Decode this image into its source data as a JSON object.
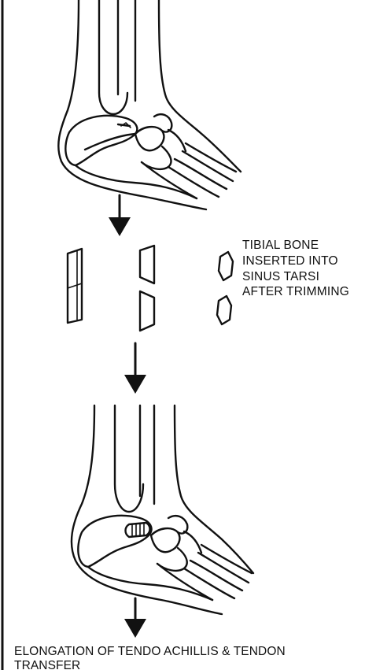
{
  "label_graft": {
    "line1": "TIBIAL BONE",
    "line2": "INSERTED INTO",
    "line3": "SINUS TARSI",
    "line4": "AFTER TRIMMING"
  },
  "caption": {
    "line1": "ELONGATION  OF TENDO ACHILLIS & TENDON",
    "line2": "TRANSFER"
  },
  "icons": [
    "down-arrow",
    "down-arrow",
    "down-arrow"
  ],
  "colors": {
    "ink": "#111111",
    "background": "#ffffff"
  }
}
